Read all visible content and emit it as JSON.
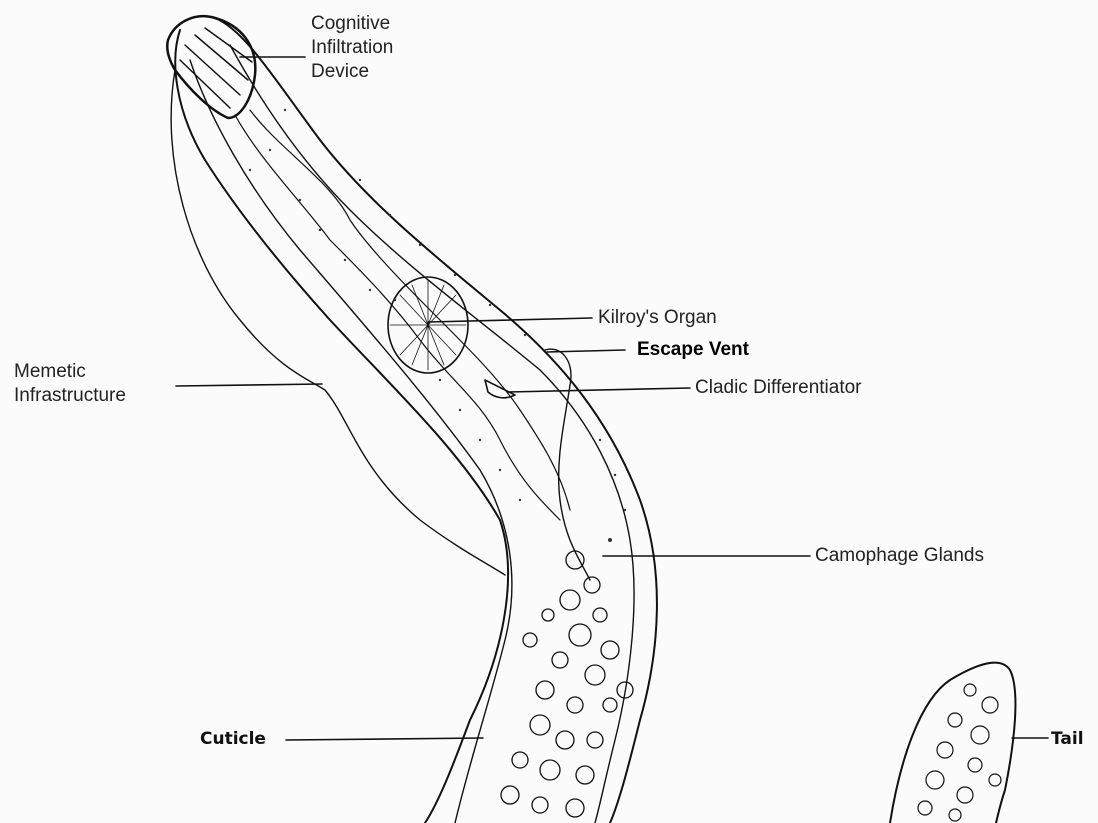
{
  "diagram": {
    "labels": {
      "cognitive": [
        "Cognitive",
        "Infiltration",
        "Device"
      ],
      "kilroy": "Kilroy's Organ",
      "escape": "Escape Vent",
      "cladic": "Cladic Differentiator",
      "memetic": [
        "Memetic",
        "Infrastructure"
      ],
      "camophage": "Camophage Glands",
      "cuticle": "Cuticle",
      "tail": "Tail"
    }
  }
}
